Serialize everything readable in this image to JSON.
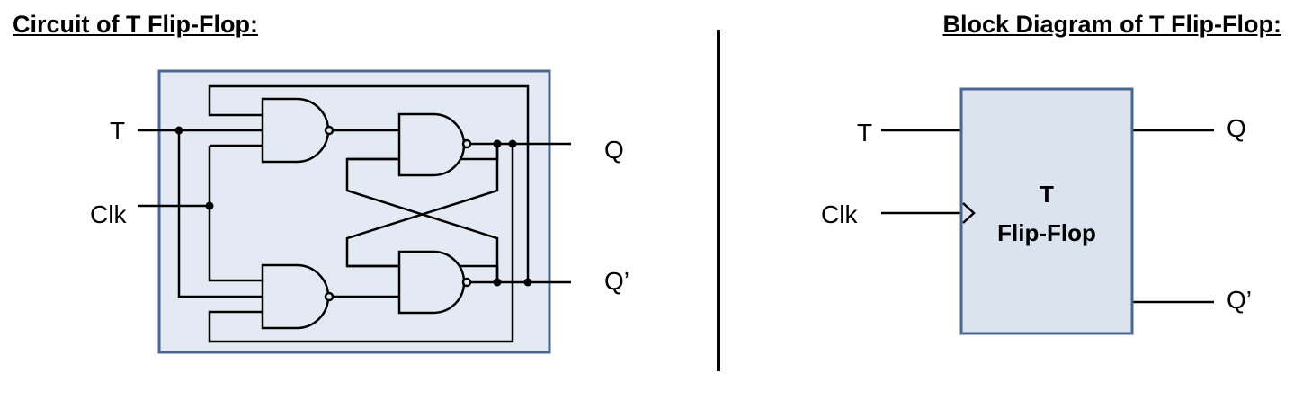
{
  "titles": {
    "left": "Circuit of T Flip-Flop:",
    "right": "Block Diagram of T Flip-Flop:"
  },
  "circuit": {
    "labels": {
      "t": "T",
      "clk": "Clk",
      "q": "Q",
      "qbar": "Q’"
    },
    "panel_fill": "#e4eaf4",
    "panel_border": "#4a6791"
  },
  "block": {
    "labels": {
      "t": "T",
      "clk": "Clk",
      "q": "Q",
      "qbar": "Q’"
    },
    "name_line1": "T",
    "name_line2": "Flip-Flop",
    "box_fill": "#dbe3ef",
    "box_border": "#4a6791"
  },
  "divider_color": "#000000"
}
